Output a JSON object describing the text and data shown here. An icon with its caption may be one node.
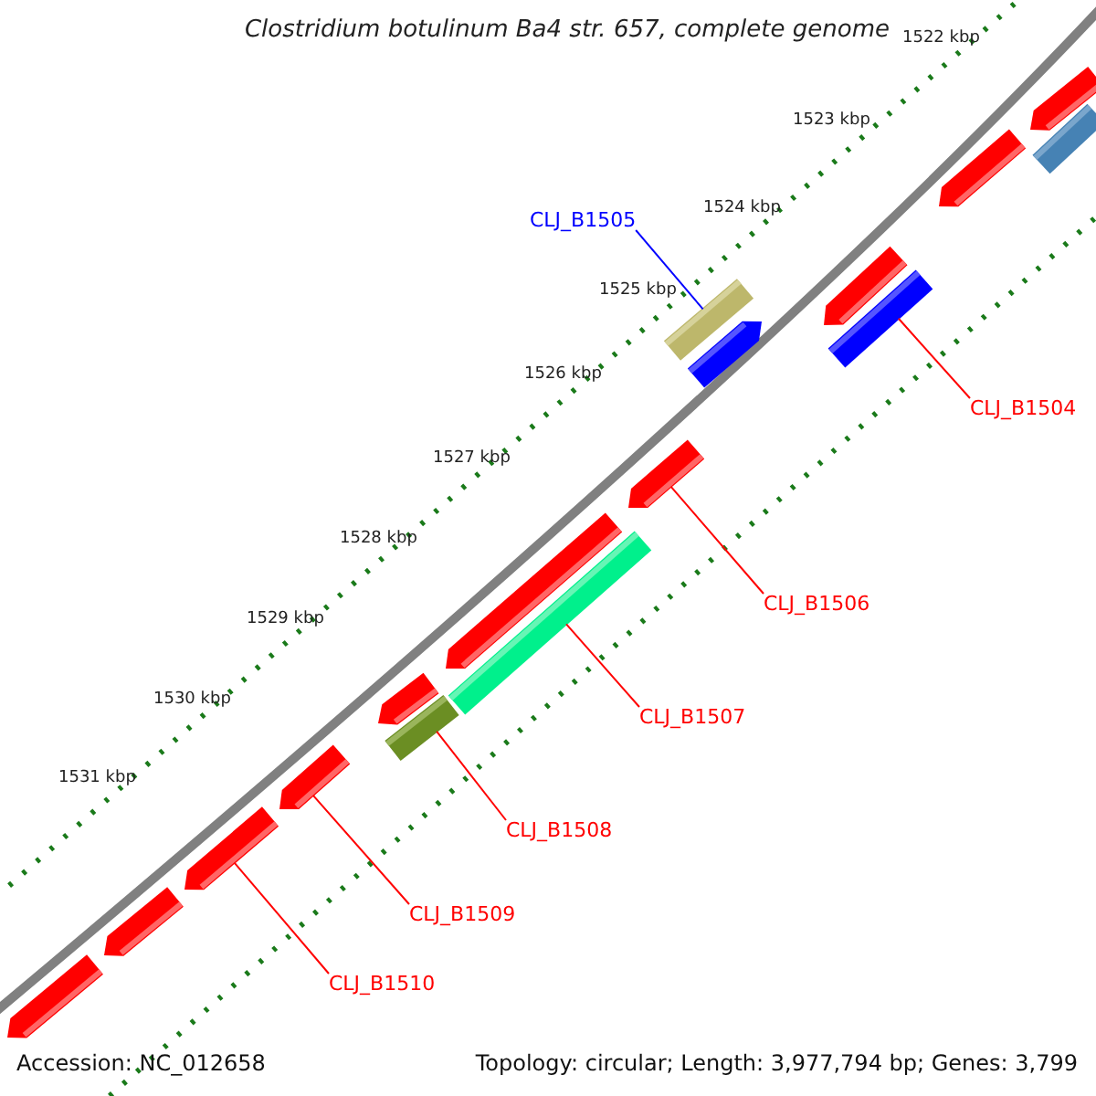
{
  "diagram": {
    "title": "Clostridium botulinum Ba4 str. 657, complete genome",
    "nodes": [
      {
        "text": [
          "CLJ_B1505"
        ]
      },
      {
        "text": [],
        "shape": "bar"
      },
      {
        "text": [
          "CLJ_B1504"
        ]
      },
      {
        "text": [],
        "shape": "bar"
      },
      {
        "text": [
          "CLJ_B1506"
        ]
      },
      {
        "text": [],
        "shape": "arrow"
      },
      {
        "text": [
          "CLJ_B1507"
        ]
      },
      {
        "text": [],
        "shape": "bar"
      },
      {
        "text": [
          "CLJ_B1508"
        ]
      },
      {
        "text": [],
        "shape": "bar"
      },
      {
        "text": [
          "CLJ_B1509"
        ]
      },
      {
        "text": [],
        "shape": "arrow"
      },
      {
        "text": [
          "CLJ_B1510"
        ]
      },
      {
        "text": [],
        "shape": "arrow"
      },
      {
        "text": [],
        "shape": "arrow"
      },
      {
        "text": [],
        "shape": "bar"
      },
      {
        "text": [],
        "shape": "arrow"
      },
      {
        "text": [],
        "shape": "arrow"
      },
      {
        "text": [],
        "shape": "arrow"
      },
      {
        "text": [],
        "shape": "arrow"
      },
      {
        "text": [],
        "shape": "arrow"
      },
      {
        "text": [],
        "shape": "arrow"
      },
      {
        "text": [],
        "shape": "arrow"
      }
    ],
    "edges": [
      {
        "from": 0,
        "to": 1,
        "arrow": "none",
        "color": "#0000ff"
      },
      {
        "from": 2,
        "to": 3,
        "arrow": "none"
      },
      {
        "from": 4,
        "to": 5,
        "arrow": "none"
      },
      {
        "from": 6,
        "to": 7,
        "arrow": "none"
      },
      {
        "from": 8,
        "to": 9,
        "arrow": "none"
      },
      {
        "from": 10,
        "to": 11,
        "arrow": "none"
      },
      {
        "from": 12,
        "to": 13,
        "arrow": "none"
      }
    ],
    "labels": [
      "1522 kbp",
      "1523 kbp",
      "1524 kbp",
      "1525 kbp",
      "1526 kbp",
      "1527 kbp",
      "1528 kbp",
      "1529 kbp",
      "1530 kbp",
      "1531 kbp",
      "Accession: NC_012658",
      "Topology: circular; Length: 3,977,794 bp; Genes: 3,799"
    ]
  }
}
